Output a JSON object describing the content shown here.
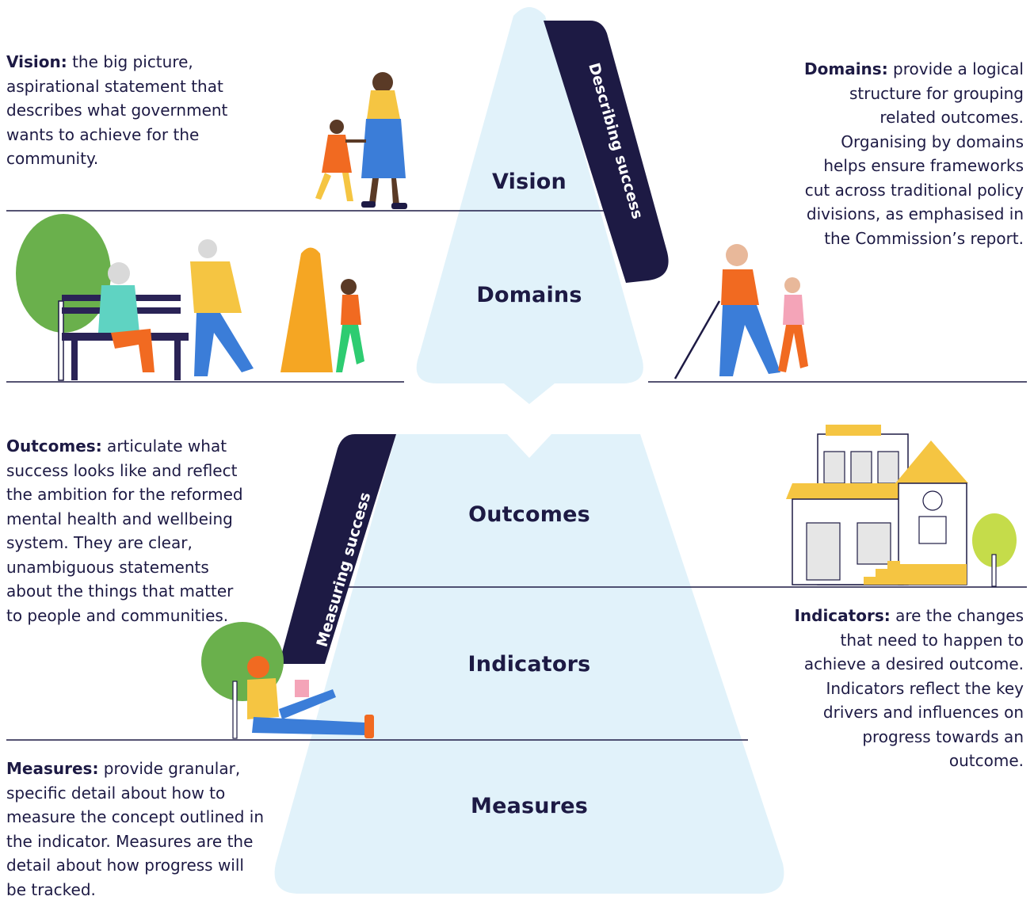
{
  "colors": {
    "pyramid": "#e1f2fa",
    "band": "#1d1a44",
    "text": "#1d1a44",
    "rule": "#1d1a44",
    "tree": "#6ab04c",
    "orange": "#f16a21",
    "yellow": "#f5c542",
    "blue": "#3b7dd8"
  },
  "levels": {
    "vision": "Vision",
    "domains": "Domains",
    "outcomes": "Outcomes",
    "indicators": "Indicators",
    "measures": "Measures"
  },
  "bands": {
    "describing": "Describing success",
    "measuring": "Measuring success"
  },
  "descriptions": {
    "vision": {
      "term": "Vision:",
      "text": " the big picture, aspirational statement that describes what government wants to achieve for the community."
    },
    "domains": {
      "term": "Domains:",
      "text": " provide a logical structure for grouping related outcomes. Organising by domains helps ensure frameworks cut across traditional policy divisions, as emphasised in the Commission’s report."
    },
    "outcomes": {
      "term": "Outcomes:",
      "text": " articulate what success looks like and reflect the ambition for the reformed mental health and wellbeing system. They are clear, unambiguous statements about the things that matter to people and communities."
    },
    "indicators": {
      "term": "Indicators:",
      "text": " are the changes that need to happen to achieve a desired outcome. Indicators reflect the key drivers and influences on progress towards an outcome."
    },
    "measures": {
      "term": "Measures:",
      "text": " provide granular, specific detail about how to measure the concept outlined in the indicator. Measures are the detail about how progress will be tracked."
    }
  }
}
